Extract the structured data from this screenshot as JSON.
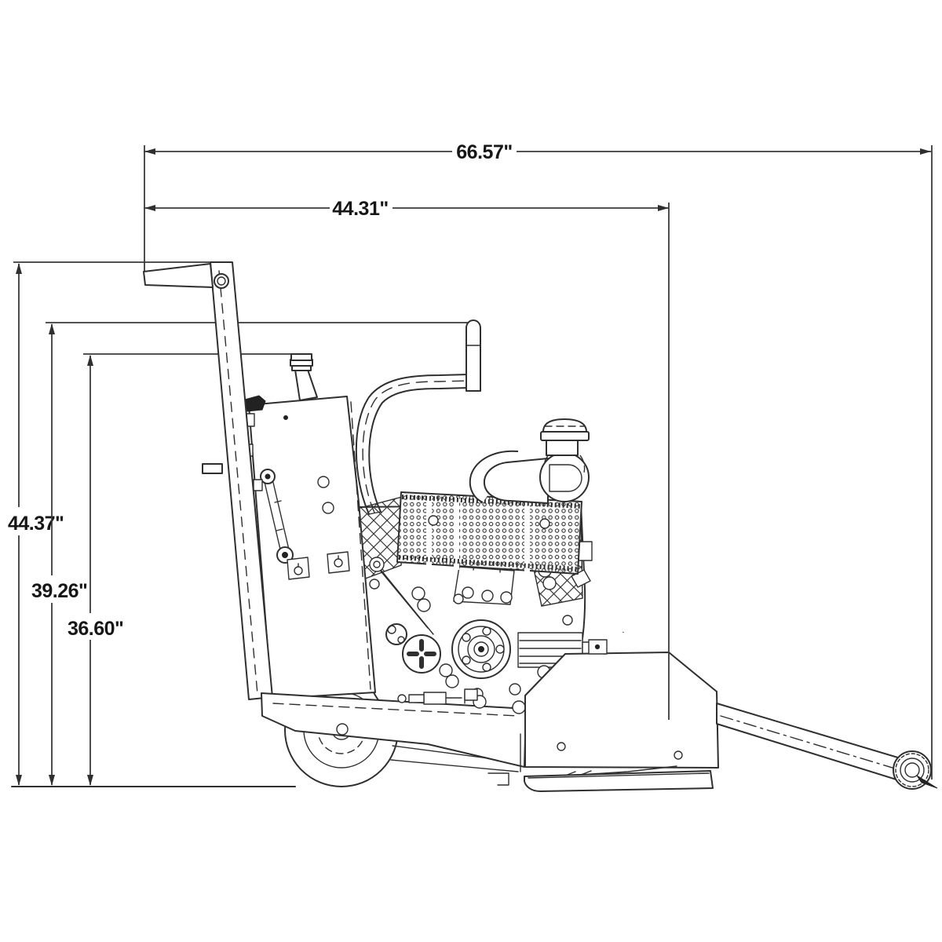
{
  "diagram": {
    "type": "technical-dimension-drawing",
    "subject": "walk-behind concrete saw, side elevation",
    "units": "inches",
    "dimensions": {
      "overall_length": "66.57\"",
      "frame_length": "44.31\"",
      "handle_height": "44.37\"",
      "handlebar_height": "39.26\"",
      "tank_cap_height": "36.60\""
    },
    "colors": {
      "line": "#2f2f2f",
      "dimension_line": "#3a3a3a",
      "text": "#161616",
      "background": "#ffffff"
    }
  }
}
